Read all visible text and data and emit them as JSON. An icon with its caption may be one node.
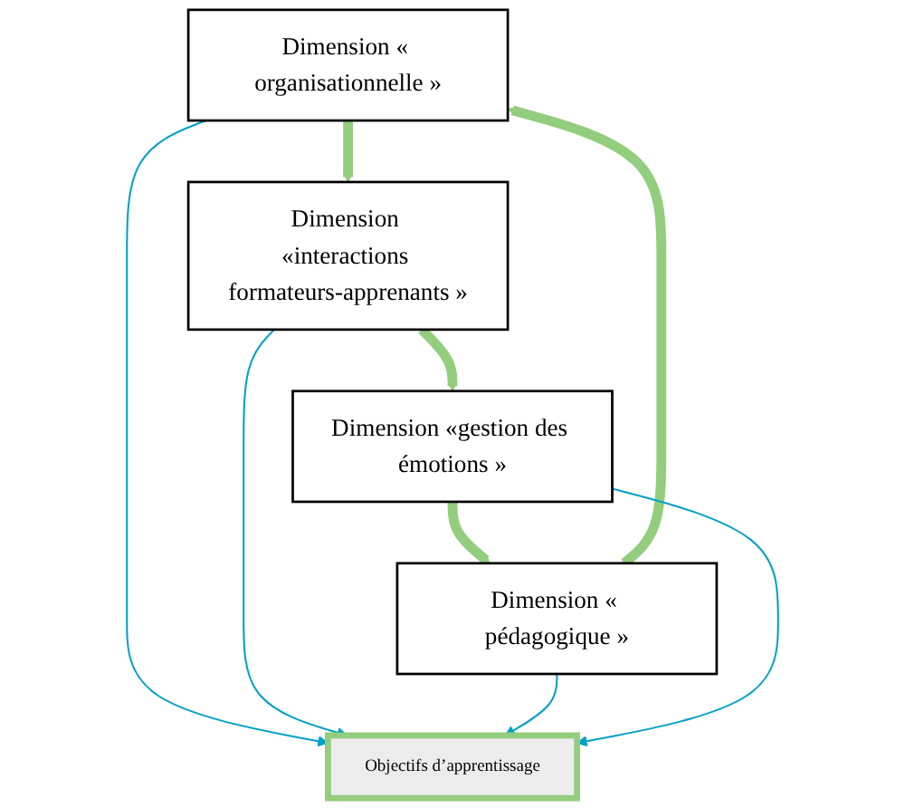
{
  "diagram": {
    "nodes": [
      {
        "text": [
          "Dimension « organisationnelle »"
        ]
      },
      {
        "text": [
          "Dimension «interactions formateurs-apprenants »"
        ]
      },
      {
        "text": [
          "Objectifs d’apprentissage"
        ]
      },
      {
        "text": [
          "Dimension « pédagogique »"
        ]
      },
      {
        "text": [
          "Dimension «gestion des émotions »"
        ]
      }
    ],
    "edges": [
      {
        "from": 0,
        "to": 1,
        "arrow": "to",
        "style": "thick",
        "color": "#93cd7e"
      },
      {
        "from": 1,
        "to": 4,
        "arrow": "to",
        "style": "thick",
        "color": "#93cd7e"
      },
      {
        "from": 4,
        "to": 3,
        "arrow": "to",
        "style": "thick",
        "color": "#93cd7e"
      },
      {
        "from": 3,
        "to": 0,
        "arrow": "to",
        "style": "thick",
        "color": "#93cd7e"
      },
      {
        "from": 0,
        "to": 2,
        "arrow": "to",
        "color": "#00a0c8"
      },
      {
        "from": 1,
        "to": 2,
        "arrow": "to",
        "color": "#00a0c8"
      },
      {
        "from": 3,
        "to": 2,
        "arrow": "to",
        "color": "#00a0c8"
      },
      {
        "from": 4,
        "to": 2,
        "arrow": "to",
        "color": "#00a0c8"
      }
    ]
  }
}
